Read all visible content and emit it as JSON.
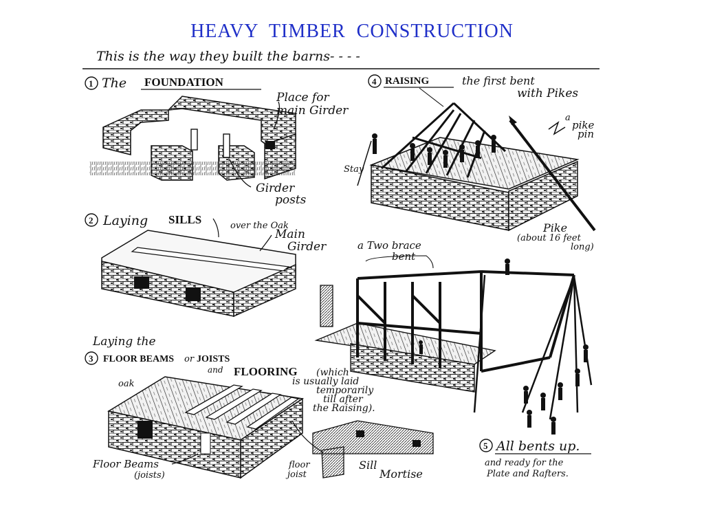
{
  "title": "HEAVY  TIMBER  CONSTRUCTION",
  "subtitle": "This is the way they built the barns- - - -",
  "steps": {
    "s1": {
      "number": "1",
      "prefix": "The",
      "label": "FOUNDATION"
    },
    "s2": {
      "number": "2",
      "prefix": "Laying",
      "label": "SILLS"
    },
    "s3": {
      "number": "3",
      "pre": "Laying the",
      "label": "FLOOR BEAMS",
      "or": "or",
      "label2": "JOISTS",
      "and": "and",
      "label3": "FLOORING",
      "note": [
        "(which",
        "is usually laid",
        "temporarily",
        "till after",
        "the Raising)."
      ]
    },
    "s4": {
      "number": "4",
      "label": "RAISING",
      "rest": "the first bent",
      "rest2": "with Pikes"
    },
    "s5": {
      "number": "5",
      "label": "All bents up.",
      "rest": [
        "and ready for the",
        "Plate and Rafters."
      ]
    }
  },
  "labels": {
    "place_for": "Place for",
    "main_girder": "main Girder",
    "girder": "Girder",
    "posts": "posts",
    "over_the_oak": "over the Oak",
    "main": "Main",
    "girder2": "Girder",
    "a_pike": "a",
    "pike": "pike",
    "pin": "pin",
    "stay": "Stay",
    "pike2": "Pike",
    "about": "(about 16 feet",
    "long": "long)",
    "two_brace": "a Two brace",
    "bent": "bent",
    "oak": "oak",
    "floor_beams": "Floor Beams",
    "joists_paren": "(joists)",
    "floor": "floor",
    "joist": "joist",
    "sill": "Sill",
    "mortise": "Mortise"
  }
}
